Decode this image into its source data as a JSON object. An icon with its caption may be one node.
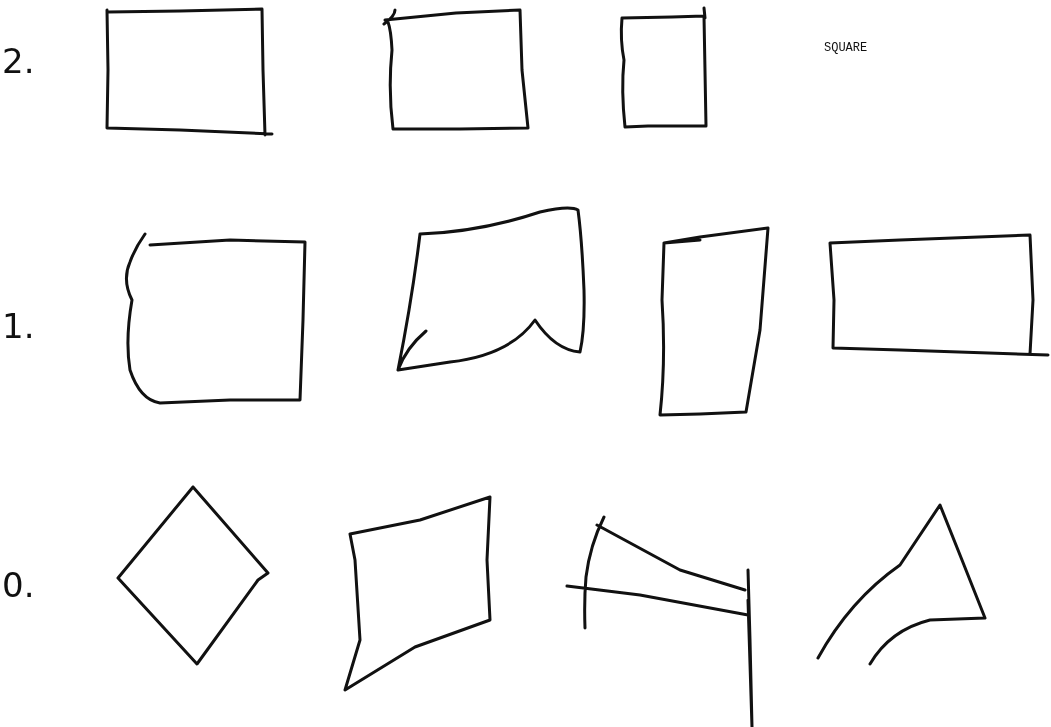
{
  "diagram": {
    "labels": [
      "2.",
      "SQUARE",
      "1.",
      "0."
    ]
  }
}
